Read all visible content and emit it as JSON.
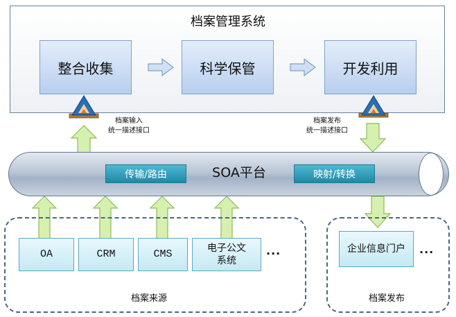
{
  "system": {
    "title": "档案管理系统",
    "stages": [
      "整合收集",
      "科学保管",
      "开发利用"
    ]
  },
  "interfaces": {
    "input": [
      "档案输入",
      "统一描述接口"
    ],
    "publish": [
      "档案发布",
      "统一描述接口"
    ]
  },
  "platform": {
    "label": "SOA平台",
    "left_chip": "传输/路由",
    "right_chip": "映射/转换"
  },
  "sources": {
    "items": [
      "OA",
      "CRM",
      "CMS",
      "电子公文",
      "系统"
    ],
    "more": "...",
    "group_label": "档案来源"
  },
  "publish": {
    "items": [
      "企业信息门户"
    ],
    "more": "...",
    "group_label": "档案发布"
  },
  "colors": {
    "arrow_fill": "#d6f0b0",
    "arrow_stroke": "#8cbc57",
    "stage_fill": "#c7daf3",
    "chip_fill": "#2b9ab6",
    "flow_arrow": "#cfe0f4"
  }
}
